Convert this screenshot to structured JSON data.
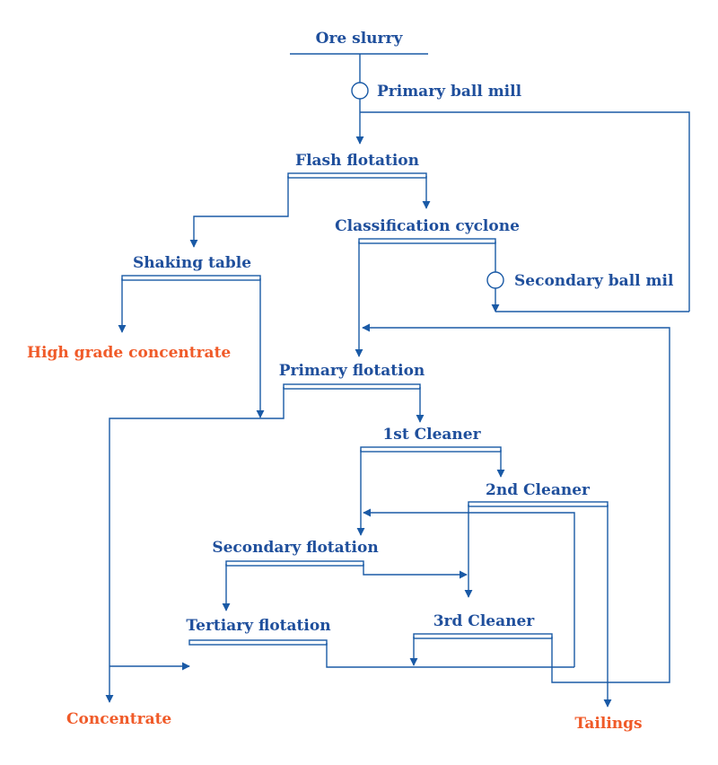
{
  "colors": {
    "line": "#1a5aa6",
    "text": "#1f4f9c",
    "product": "#f05a28"
  },
  "diagram": {
    "nodes": {
      "ore_slurry": "Ore slurry",
      "primary_ball_mill": "Primary ball mill",
      "flash_flotation": "Flash flotation",
      "classification_cyclone": "Classification cyclone",
      "shaking_table": "Shaking table",
      "secondary_ball_mill": "Secondary ball mil",
      "high_grade_concentrate": "High grade concentrate",
      "primary_flotation": "Primary flotation",
      "cleaner_1": "1st Cleaner",
      "cleaner_2": "2nd Cleaner",
      "secondary_flotation": "Secondary flotation",
      "tertiary_flotation": "Tertiary flotation",
      "cleaner_3": "3rd Cleaner",
      "concentrate": "Concentrate",
      "tailings": "Tailings"
    }
  }
}
